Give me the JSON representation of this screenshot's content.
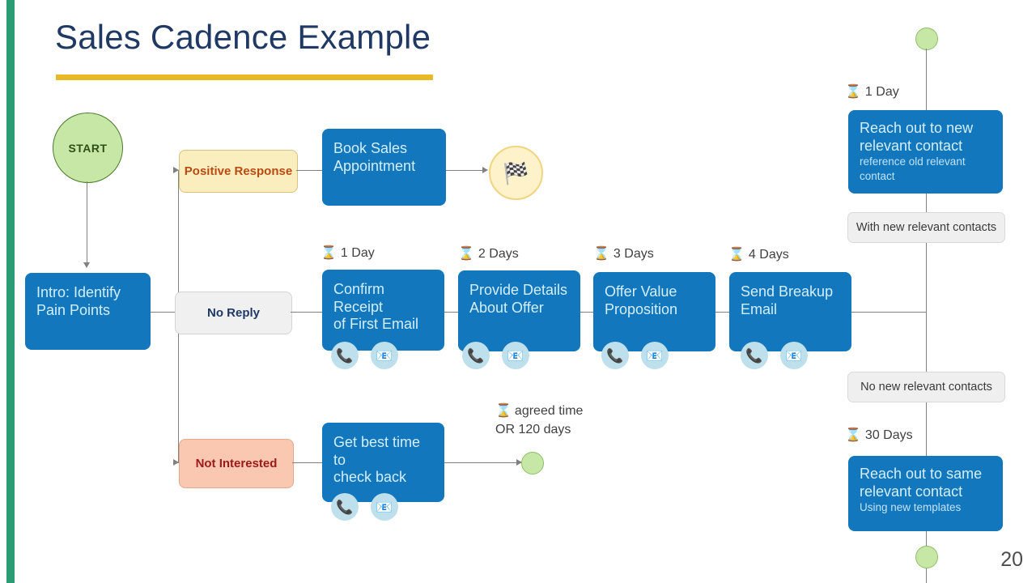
{
  "slide": {
    "title": "Sales Cadence Example",
    "page_number": "20",
    "accent_color": "#2a9d74",
    "title_color": "#1f3864",
    "rule_color": "#e8b827",
    "node_blue": "#1277bd"
  },
  "start_node": {
    "label": "START"
  },
  "intro_node": {
    "line1": "Intro: Identify",
    "line2": "Pain Points"
  },
  "branches": {
    "positive": {
      "label": "Positive Response"
    },
    "no_reply": {
      "label": "No Reply"
    },
    "not_interested": {
      "label": "Not Interested"
    }
  },
  "positive_path": {
    "book": {
      "line1": "Book Sales",
      "line2": "Appointment"
    },
    "finish_icon": "checkered-flag"
  },
  "cadence_steps": [
    {
      "day_label": "1 Day",
      "title_line1": "Confirm Receipt",
      "title_line2": "of First Email",
      "channels": [
        "phone",
        "email"
      ]
    },
    {
      "day_label": "2 Days",
      "title_line1": "Provide Details",
      "title_line2": "About Offer",
      "channels": [
        "phone",
        "email"
      ]
    },
    {
      "day_label": "3 Days",
      "title_line1": "Offer Value",
      "title_line2": "Proposition",
      "channels": [
        "phone",
        "email"
      ]
    },
    {
      "day_label": "4 Days",
      "title_line1": "Send Breakup",
      "title_line2": "Email",
      "channels": [
        "phone",
        "email"
      ]
    }
  ],
  "not_interested_path": {
    "box": {
      "line1": "Get best time to",
      "line2": "check back"
    },
    "timing_line1": "agreed time",
    "timing_line2": "OR 120 days",
    "channels": [
      "phone",
      "email"
    ]
  },
  "right_column": {
    "top_day_label": "1 Day",
    "new_contact": {
      "title_line1": "Reach out to new",
      "title_line2": "relevant contact",
      "subtitle_line1": "reference old relevant",
      "subtitle_line2": "contact"
    },
    "label_with_new": "With new relevant contacts",
    "label_no_new": "No new relevant contacts",
    "bottom_day_label": "30 Days",
    "same_contact": {
      "title_line1": "Reach out to same",
      "title_line2": "relevant contact",
      "subtitle": "Using new templates"
    }
  },
  "icons": {
    "hourglass": "⌛",
    "phone": "📞",
    "email": "📧",
    "flag": "🏁"
  }
}
